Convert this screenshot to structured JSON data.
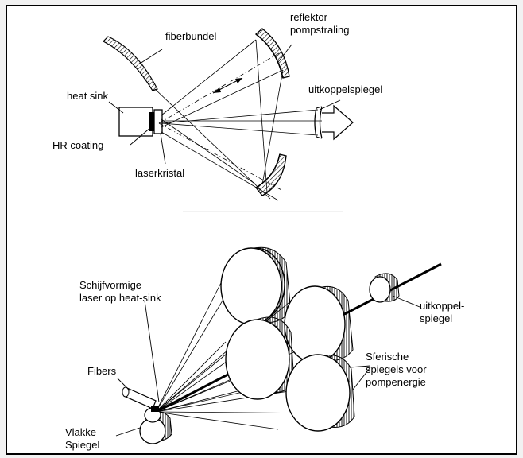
{
  "top_diagram": {
    "labels": {
      "fiberbundel": "fiberbundel",
      "reflektor_line1": "reflektor",
      "reflektor_line2": "pompstraling",
      "uitkoppelspiegel": "uitkoppelspiegel",
      "heat_sink": "heat sink",
      "hr_coating": "HR coating",
      "laserkristal": "laserkristal"
    }
  },
  "bottom_diagram": {
    "labels": {
      "schijf_line1": "Schijfvormige",
      "schijf_line2": "laser op heat-sink",
      "uitkoppel_line1": "uitkoppel-",
      "uitkoppel_line2": "spiegel",
      "sferische_line1": "Sferische",
      "sferische_line2": "spiegels voor",
      "sferische_line3": "pompenergie",
      "fibers": "Fibers",
      "vlakke_line1": "Vlakke",
      "vlakke_line2": "Spiegel"
    }
  }
}
